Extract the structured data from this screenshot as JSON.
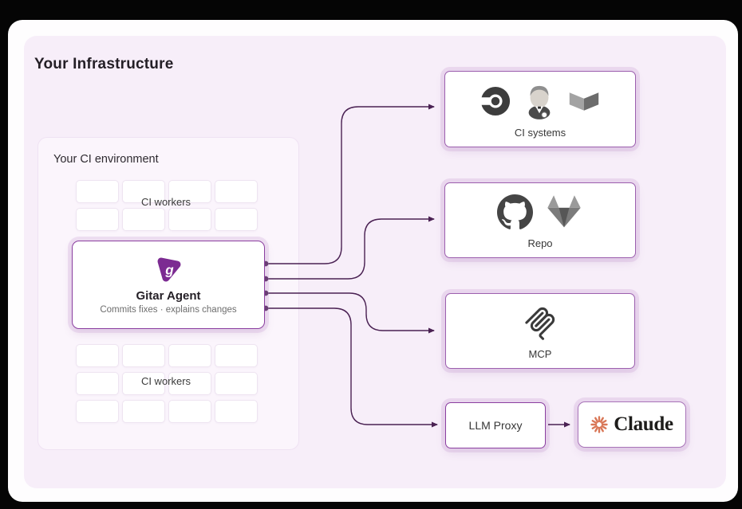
{
  "colors": {
    "background": "#050505",
    "card": "#fefdfe",
    "panel_lavender": "#f7eef9",
    "accent_purple": "#7c2b92",
    "connector_purple": "#4a2153",
    "box_border_purple": "#9c5fae",
    "claude_coral": "#d97757"
  },
  "infrastructure": {
    "title": "Your Infrastructure",
    "ci_environment": {
      "title": "Your CI environment",
      "top_workers_label": "CI workers",
      "bottom_workers_label": "CI workers"
    },
    "gitar_agent": {
      "title": "Gitar Agent",
      "subtitle": "Commits fixes · explains changes",
      "logo_icon": "gitar-pick-icon"
    }
  },
  "targets": {
    "ci_systems": {
      "label": "CI systems",
      "icons": [
        "circleci-icon",
        "jenkins-icon",
        "buildkite-icon"
      ]
    },
    "repo": {
      "label": "Repo",
      "icons": [
        "github-icon",
        "gitlab-icon"
      ]
    },
    "mcp": {
      "label": "MCP",
      "icons": [
        "mcp-icon"
      ]
    },
    "llm_proxy": {
      "label": "LLM Proxy"
    },
    "claude": {
      "label": "Claude",
      "icons": [
        "claude-starburst-icon"
      ]
    }
  },
  "connections": [
    {
      "from": "gitar-agent",
      "to": "ci-systems"
    },
    {
      "from": "gitar-agent",
      "to": "repo"
    },
    {
      "from": "gitar-agent",
      "to": "mcp"
    },
    {
      "from": "gitar-agent",
      "to": "llm-proxy"
    },
    {
      "from": "llm-proxy",
      "to": "claude"
    }
  ]
}
